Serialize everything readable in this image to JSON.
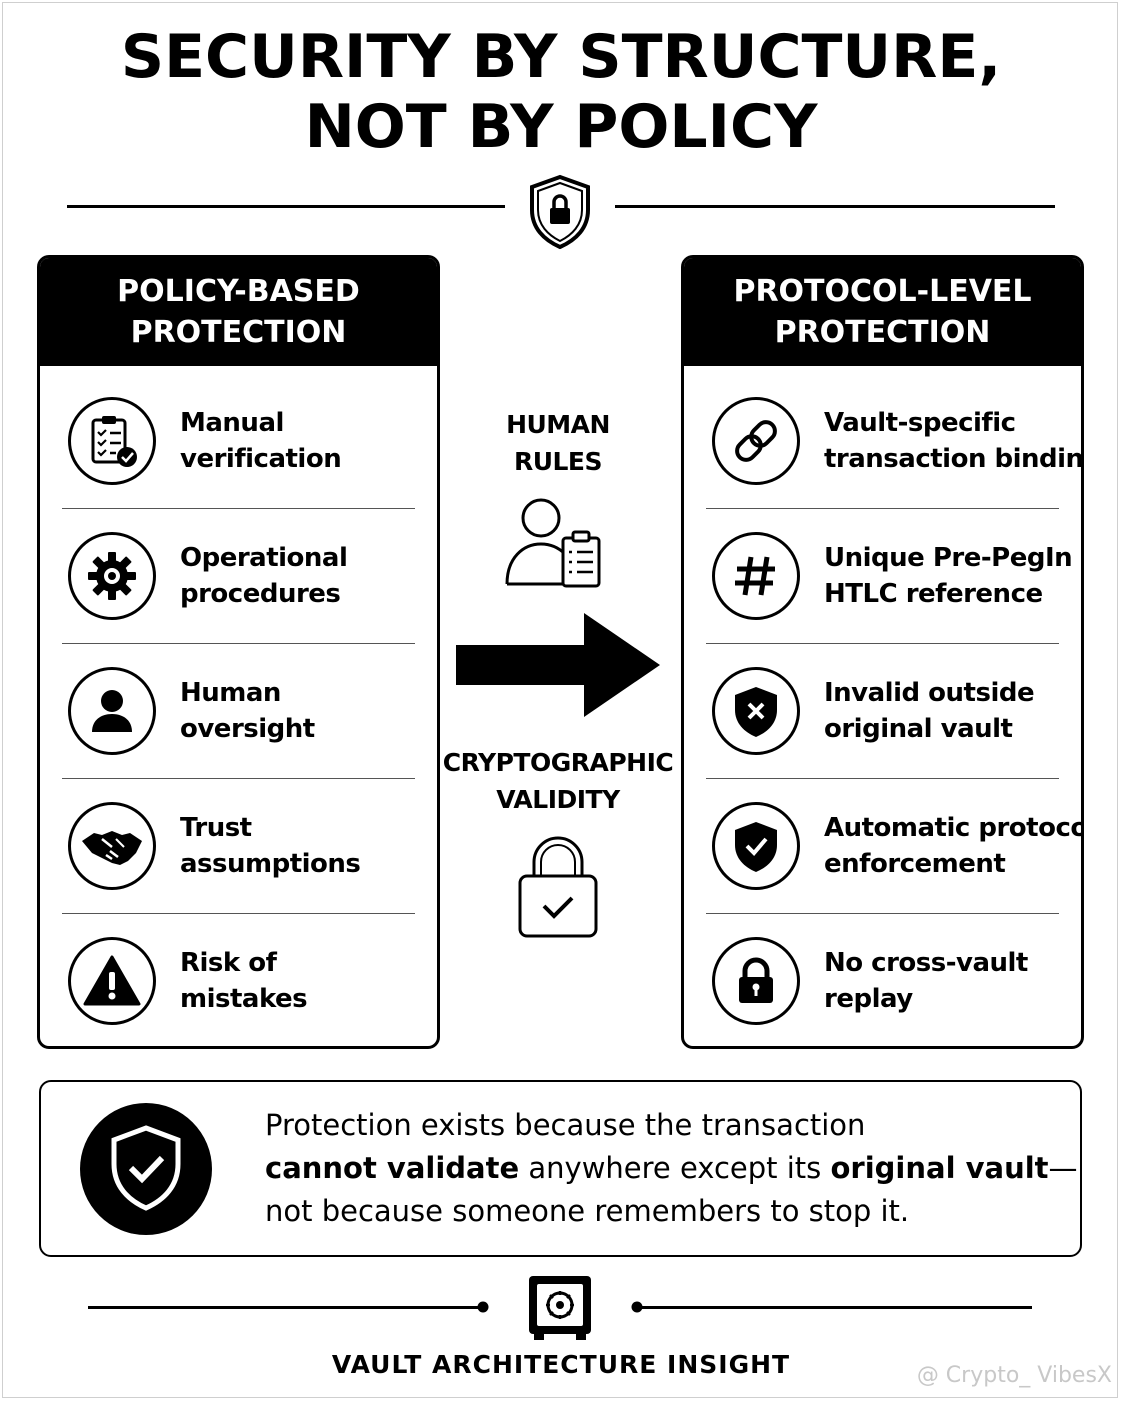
{
  "title": {
    "line1": "SECURITY BY STRUCTURE,",
    "line2": "NOT BY POLICY"
  },
  "left_panel": {
    "heading_line1": "POLICY-BASED",
    "heading_line2": "PROTECTION",
    "items": [
      {
        "icon": "clipboard-check-icon",
        "line1": "Manual",
        "line2": "verification"
      },
      {
        "icon": "gear-icon",
        "line1": "Operational",
        "line2": "procedures"
      },
      {
        "icon": "person-icon",
        "line1": "Human",
        "line2": "oversight"
      },
      {
        "icon": "handshake-icon",
        "line1": "Trust",
        "line2": "assumptions"
      },
      {
        "icon": "warning-icon",
        "line1": "Risk of",
        "line2": "mistakes"
      }
    ]
  },
  "right_panel": {
    "heading_line1": "PROTOCOL-LEVEL",
    "heading_line2": "PROTECTION",
    "items": [
      {
        "icon": "chain-link-icon",
        "line1": "Vault-specific",
        "line2": "transaction binding"
      },
      {
        "icon": "hash-icon",
        "line1": "Unique Pre-PegIn",
        "line2": "HTLC reference"
      },
      {
        "icon": "shield-x-icon",
        "line1": "Invalid outside",
        "line2": "original vault"
      },
      {
        "icon": "shield-check-icon",
        "line1": "Automatic protocol",
        "line2": "enforcement"
      },
      {
        "icon": "padlock-icon",
        "line1": "No cross-vault",
        "line2": "replay"
      }
    ]
  },
  "middle": {
    "top_label_line1": "HUMAN",
    "top_label_line2": "RULES",
    "bottom_label_line1": "CRYPTOGRAPHIC",
    "bottom_label_line2": "VALIDITY"
  },
  "summary": {
    "line1": "Protection exists because the transaction",
    "line2_bold1": "cannot validate",
    "line2_mid": " anywhere except its ",
    "line2_bold2": "original vault",
    "line2_end": "—",
    "line3": "not because someone remembers to stop it."
  },
  "footer": {
    "label": "VAULT ARCHITECTURE INSIGHT"
  },
  "watermark": "@ Crypto_ VibesX",
  "colors": {
    "ink": "#000000",
    "background": "#ffffff",
    "watermark": "#c8c8c8"
  }
}
